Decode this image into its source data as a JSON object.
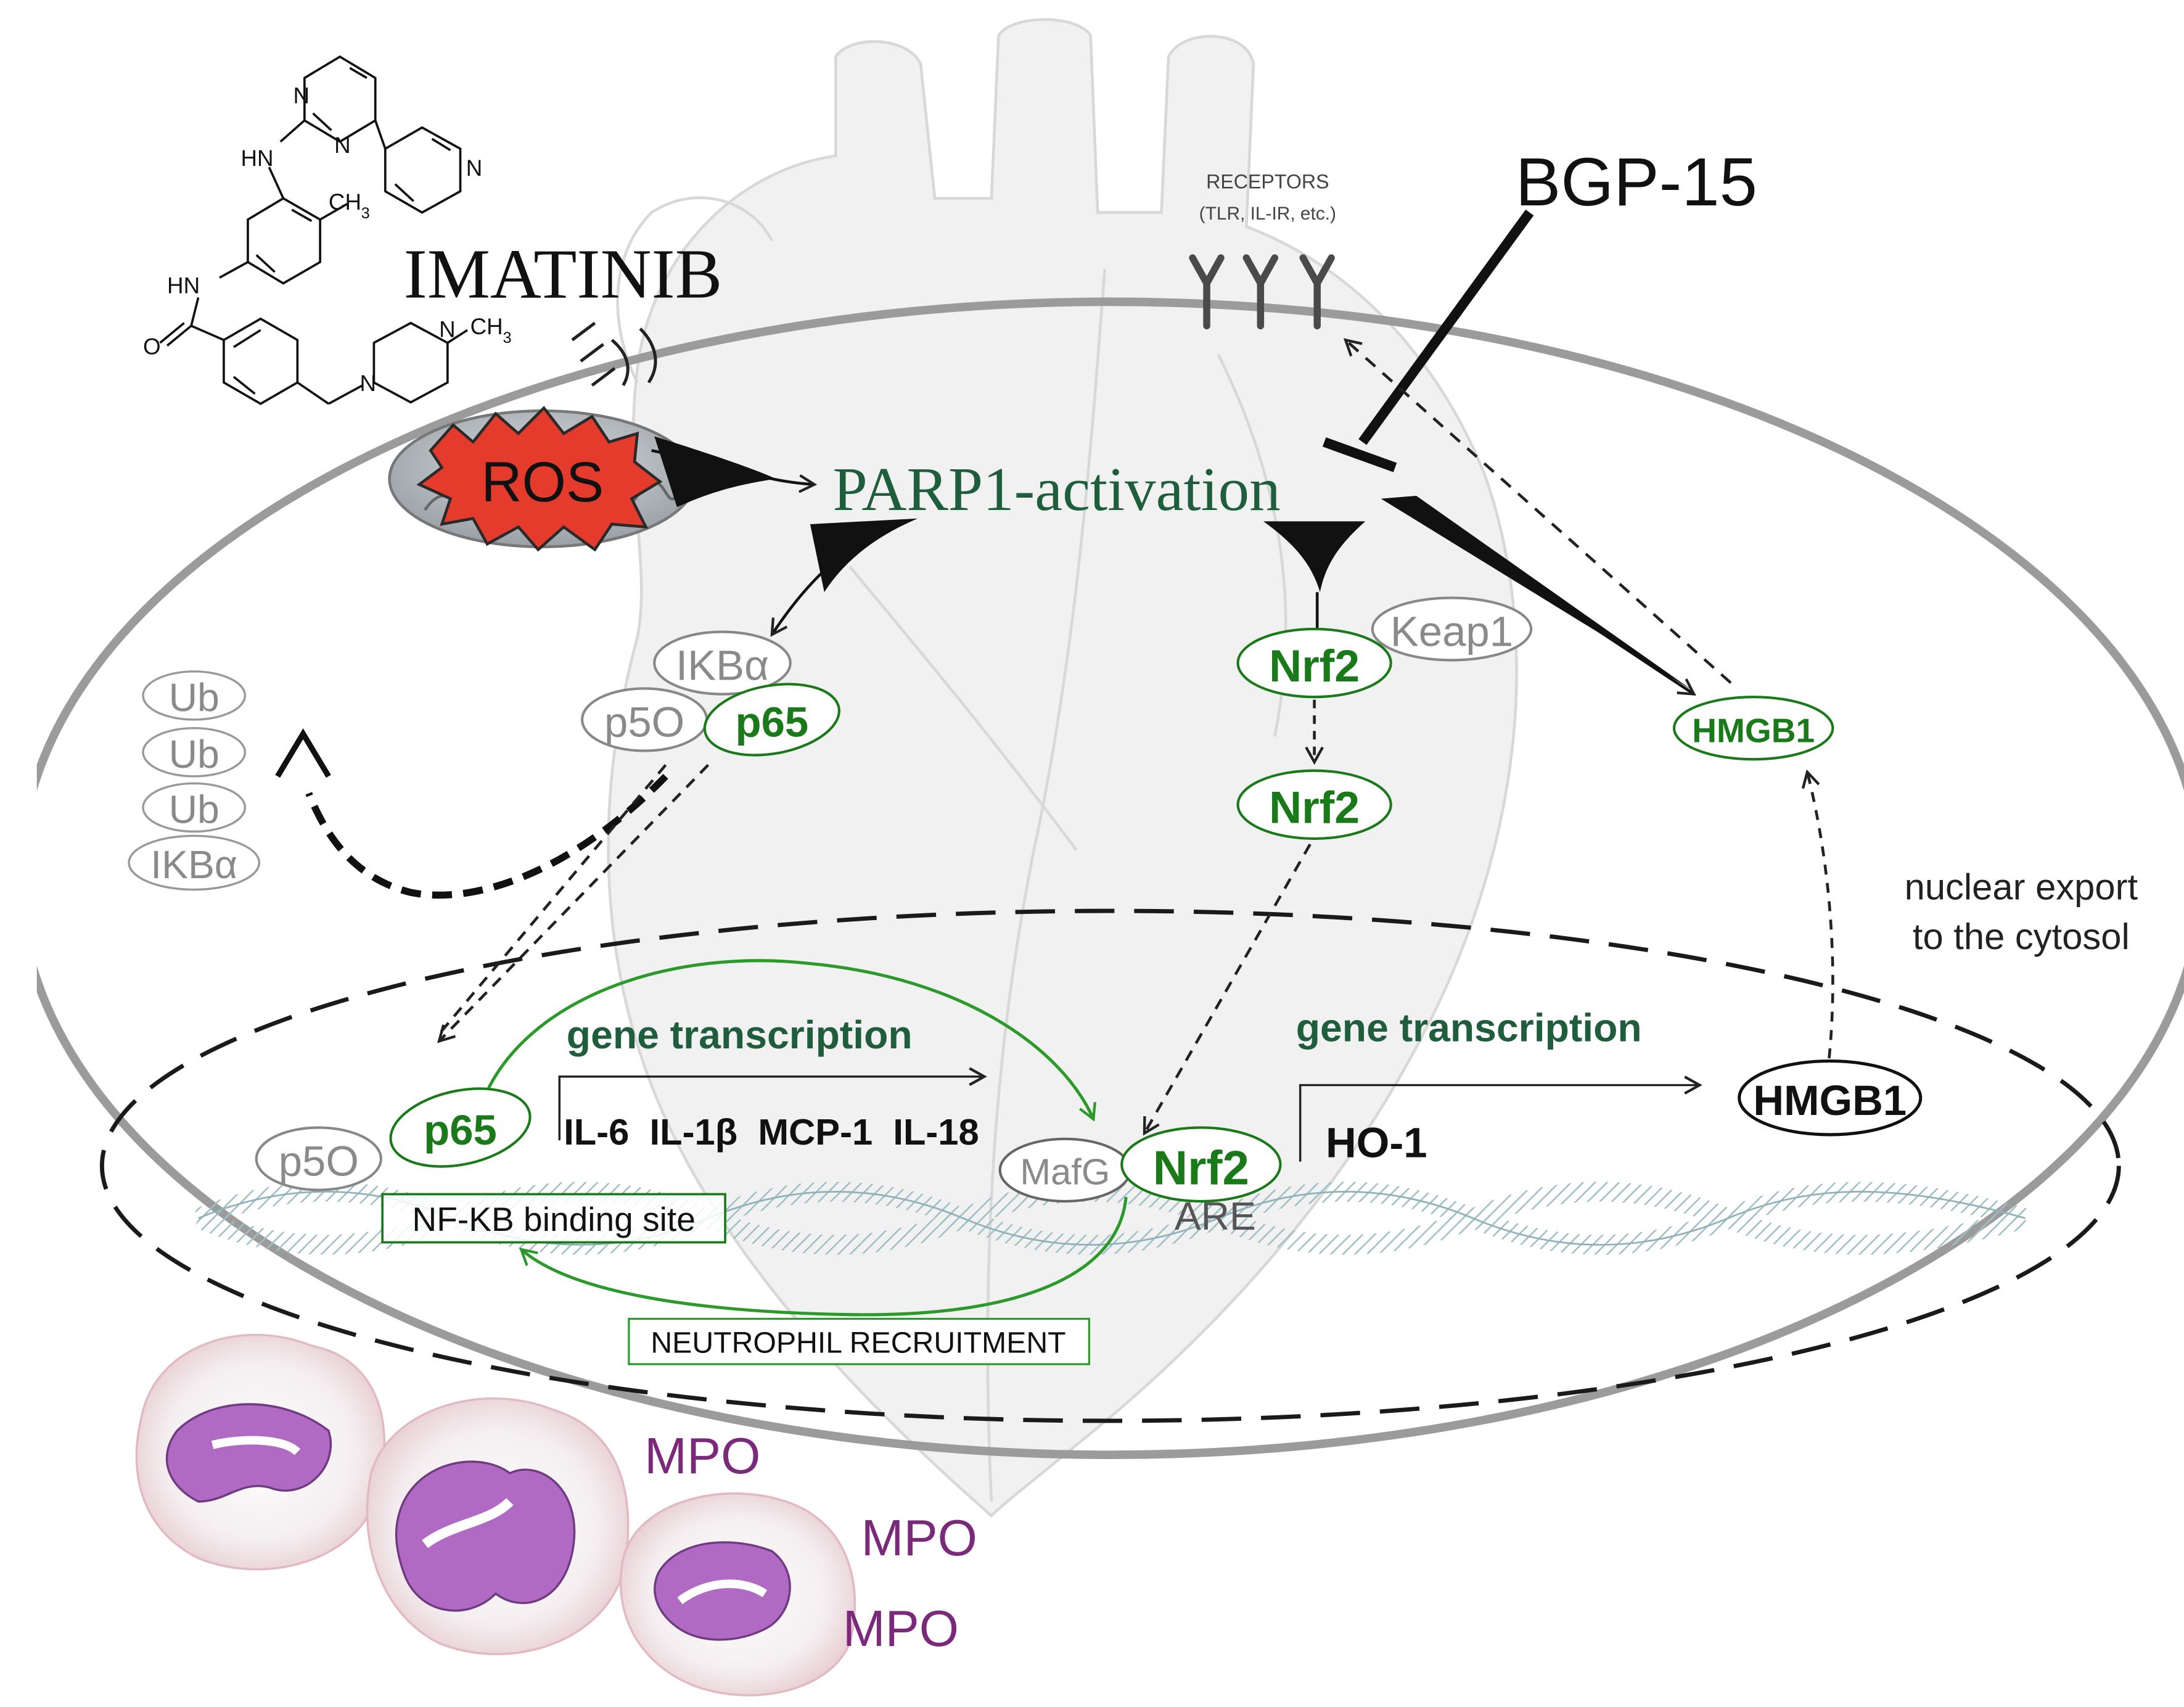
{
  "drug": {
    "name": "IMATINIB",
    "structure_atoms": {
      "n_top": "N",
      "n_pyrimidine": "N",
      "nh_top": "HN",
      "n_pyridine": "N",
      "methyl_ring": "CH",
      "methyl_ring_sub": "3",
      "hn_amide": "HN",
      "oxygen": "O",
      "n_piperazine_a": "N",
      "n_piperazine_b": "N",
      "methyl_piperazine": "CH",
      "methyl_piperazine_sub": "3"
    }
  },
  "bgp": {
    "label": "BGP-15"
  },
  "receptors": {
    "title": "RECEPTORS",
    "subtitle": "(TLR, IL-IR, etc.)"
  },
  "ros": {
    "label": "ROS"
  },
  "parp": {
    "label": "PARP1-activation"
  },
  "cytosol": {
    "ikba": "IKBα",
    "p50": "p5O",
    "p65": "p65",
    "ub": [
      "Ub",
      "Ub",
      "Ub"
    ],
    "ikba_degraded": "IKBα",
    "keap1": "Keap1",
    "nrf2_bound": "Nrf2",
    "nrf2_free": "Nrf2",
    "hmgb1": "HMGB1"
  },
  "export_note": {
    "line1": "nuclear export",
    "line2": "to the cytosol"
  },
  "nucleus": {
    "p50": "p5O",
    "p65": "p65",
    "gene_transcription_left": "gene transcription",
    "cytokines": "IL-6  IL-1β  MCP-1  IL-18",
    "nfkb_site": "NF-KB binding site",
    "mafg": "MafG",
    "nrf2": "Nrf2",
    "are": "ARE",
    "gene_transcription_right": "gene transcription",
    "ho1": "HO-1",
    "hmgb1": "HMGB1",
    "neutrophil_recruitment": "NEUTROPHIL RECRUITMENT"
  },
  "mpo": [
    "MPO",
    "MPO",
    "MPO"
  ],
  "colors": {
    "dark_green": "#1f5e3c",
    "green": "#1a7a1a",
    "grey_text": "#8a8a8a",
    "ros_red": "#e53b2c",
    "mpo_purple": "#7b2a7b",
    "nucleus_fill": "#b06ac4",
    "dna": "#9fbfc4"
  }
}
